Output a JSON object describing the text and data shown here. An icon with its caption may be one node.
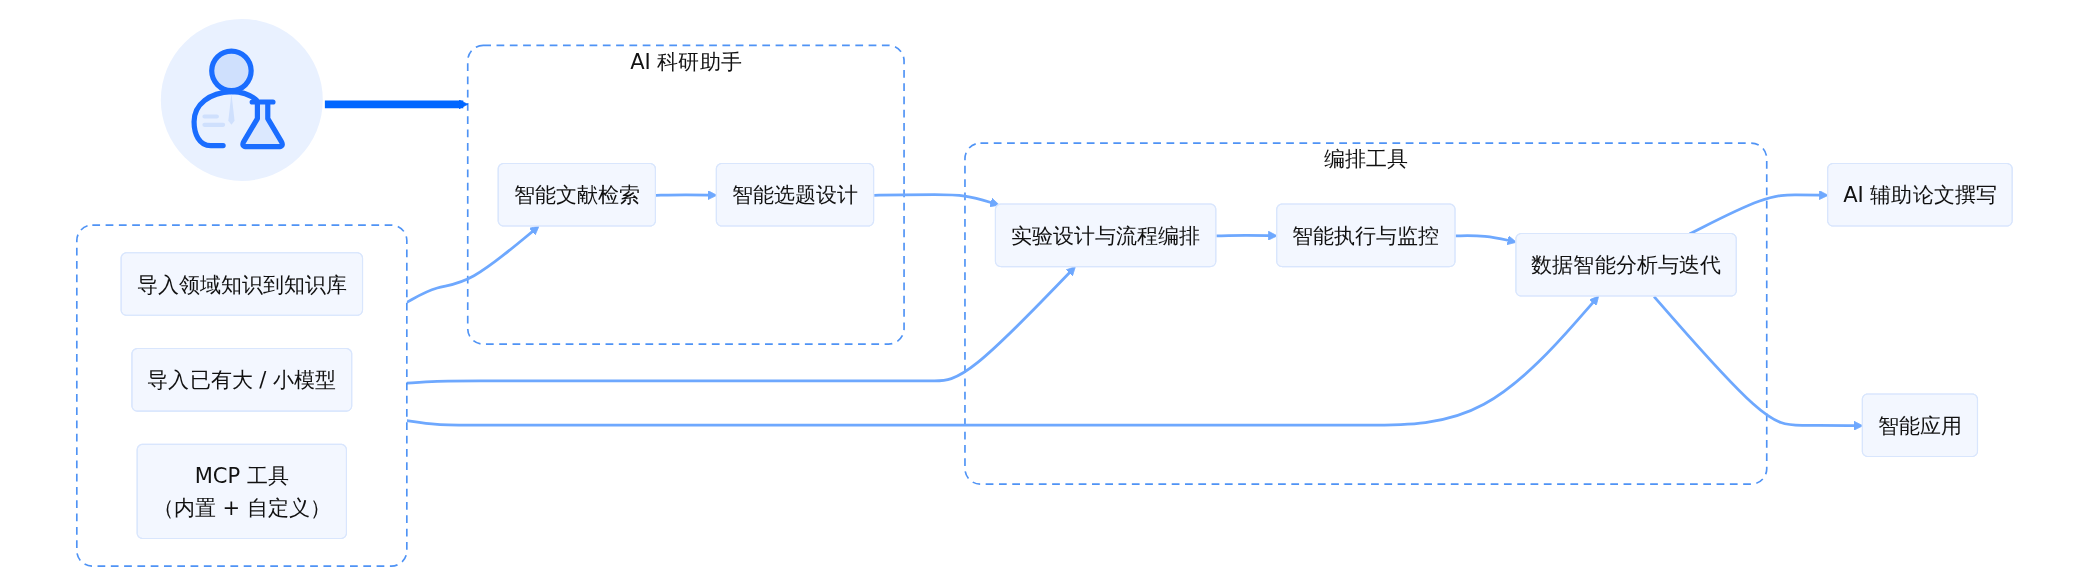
{
  "diagram": {
    "nodes": [
      {
        "text": [],
        "shape": "picture"
      },
      {
        "text": [
          "AI 科研助手"
        ]
      },
      {
        "text": [
          "智能文献检索"
        ],
        "in": 1
      },
      {
        "text": [
          "智能选题设计"
        ],
        "in": 1
      },
      {
        "text": [
          "编排工具"
        ]
      },
      {
        "text": [
          "实验设计与流程编排"
        ],
        "in": 4
      },
      {
        "text": [
          "智能执行与监控"
        ],
        "in": 4
      },
      {
        "text": [
          "数据智能分析与迭代"
        ],
        "in": 4
      },
      {
        "text": [
          "AI 辅助论文撰写"
        ]
      },
      {
        "text": [
          "智能应用"
        ]
      },
      {
        "text": [],
        "shape": "box"
      },
      {
        "text": [
          "导入领域知识到知识库"
        ],
        "in": 10
      },
      {
        "text": [
          "导入已有大 / 小模型"
        ],
        "in": 10
      },
      {
        "text": [
          "MCP 工具",
          "（内置 + 自定义）"
        ],
        "in": 10
      }
    ],
    "edges": [
      {
        "from": 0,
        "to": 1,
        "arrow": "to",
        "style": "thick",
        "color": "#0066ff"
      },
      {
        "from": 2,
        "to": 3,
        "arrow": "to"
      },
      {
        "from": 3,
        "to": 5,
        "arrow": "to"
      },
      {
        "from": 5,
        "to": 6,
        "arrow": "to"
      },
      {
        "from": 6,
        "to": 7,
        "arrow": "to"
      },
      {
        "from": 7,
        "to": 8,
        "arrow": "to"
      },
      {
        "from": 7,
        "to": 9,
        "arrow": "to"
      },
      {
        "from": 10,
        "to": 2,
        "arrow": "to"
      },
      {
        "from": 10,
        "to": 5,
        "arrow": "to"
      },
      {
        "from": 10,
        "to": 7,
        "arrow": "to"
      }
    ]
  }
}
